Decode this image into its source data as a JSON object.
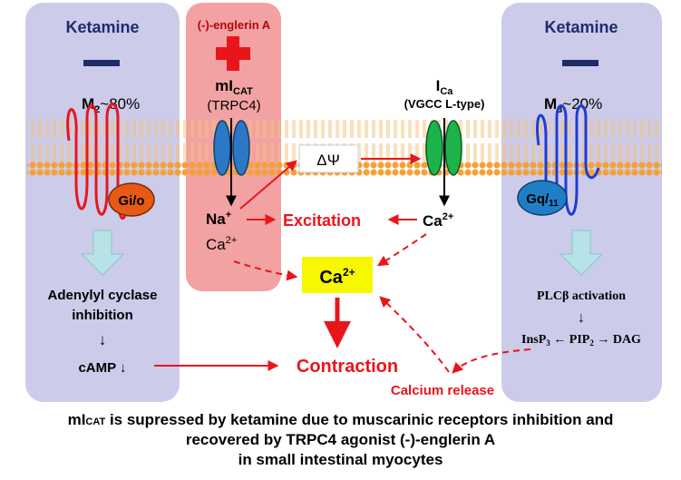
{
  "left_panel": {
    "title": "Ketamine",
    "minus": "—",
    "receptor": "M",
    "receptor_sub": "2",
    "receptor_pct": "~80%",
    "gprotein": "Gi/o",
    "pathway_line1": "Adenylyl cyclase",
    "pathway_line2": "inhibition",
    "arrow_down": "↓",
    "camp": "cAMP ↓"
  },
  "center_panel": {
    "agonist": "(-)-englerin A",
    "channel": "mI",
    "channel_sub": "CAT",
    "channel_alt": "(TRPC4)",
    "ion1": "Na",
    "ion1_sup": "+",
    "ion2": "Ca",
    "ion2_sup": "2+"
  },
  "membrane": {
    "potential": "ΔΨ",
    "vgcc_label": "I",
    "vgcc_sub": "Ca",
    "vgcc_type": "(VGCC L-type)"
  },
  "center": {
    "excitation": "Excitation",
    "ca_in": "Ca",
    "ca_in_sup": "2+",
    "ca_box": "Ca",
    "ca_box_sup": "2+",
    "contraction": "Contraction",
    "calcium_release": "Calcium release"
  },
  "right_panel": {
    "title": "Ketamine",
    "minus": "—",
    "receptor": "M",
    "receptor_sub": "3",
    "receptor_pct": "~20%",
    "gprotein": "Gq/",
    "gprotein_sub": "11",
    "pathway": "PLCβ activation",
    "arrow_down": "↓",
    "insp3": "InsP",
    "insp3_sub": "3",
    "pip2": " ← PIP",
    "pip2_sub": "2",
    "dag": " → DAG"
  },
  "caption": {
    "line1_prefix": "mI",
    "line1_sub": "CAT",
    "line1_rest": " is supressed by ketamine due to muscarinic receptors inhibition and",
    "line2": "recovered by TRPC4 agonist (-)-englerin A",
    "line3": "in small intestinal myocytes"
  },
  "colors": {
    "panel_fill": "#cccbea",
    "agonist_panel": "#f2a2a2",
    "red": "#e8161b",
    "navy": "#1f2c6b",
    "membrane": "#f4a13a",
    "channel_blue": "#2b78c7",
    "channel_green": "#1db24a",
    "gio": "#e65a16",
    "gq": "#1e7fc6",
    "ca_box": "#f7f700",
    "pathway_arrow": "#b7e2e6"
  }
}
